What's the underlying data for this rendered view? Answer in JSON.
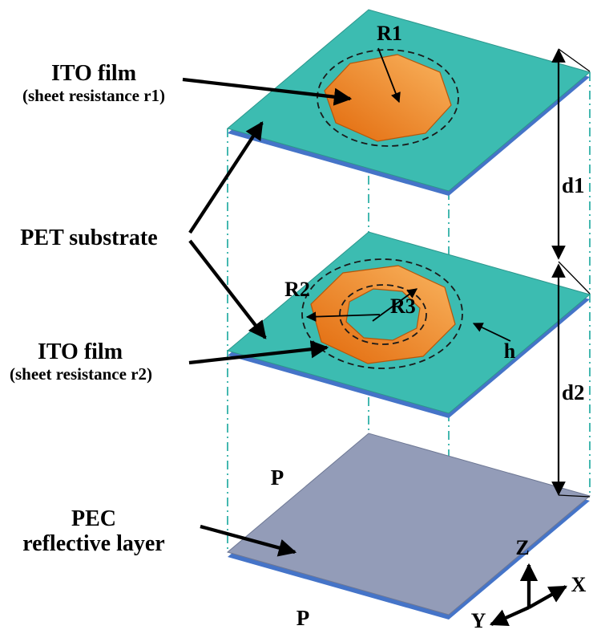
{
  "labels": {
    "ito_top": "ITO film",
    "ito_top_detail": "(sheet resistance r1)",
    "pet": "PET substrate",
    "ito_mid": "ITO film",
    "ito_mid_detail": "(sheet resistance r2)",
    "pec_line1": "PEC",
    "pec_line2": "reflective layer",
    "r1": "R1",
    "r2": "R2",
    "r3": "R3",
    "h": "h",
    "d1": "d1",
    "d2": "d2",
    "p_upper": "P",
    "p_lower": "P",
    "axis_x": "X",
    "axis_y": "Y",
    "axis_z": "Z"
  },
  "colors": {
    "pet_fill": "#3cbcb1",
    "pet_edge": "#4574c8",
    "ito_light": "#f9b45f",
    "ito_dark": "#e2690b",
    "pec_fill": "#939cb8",
    "pec_edge": "#4574c8",
    "guide": "#17a79c",
    "ink": "#000000"
  }
}
